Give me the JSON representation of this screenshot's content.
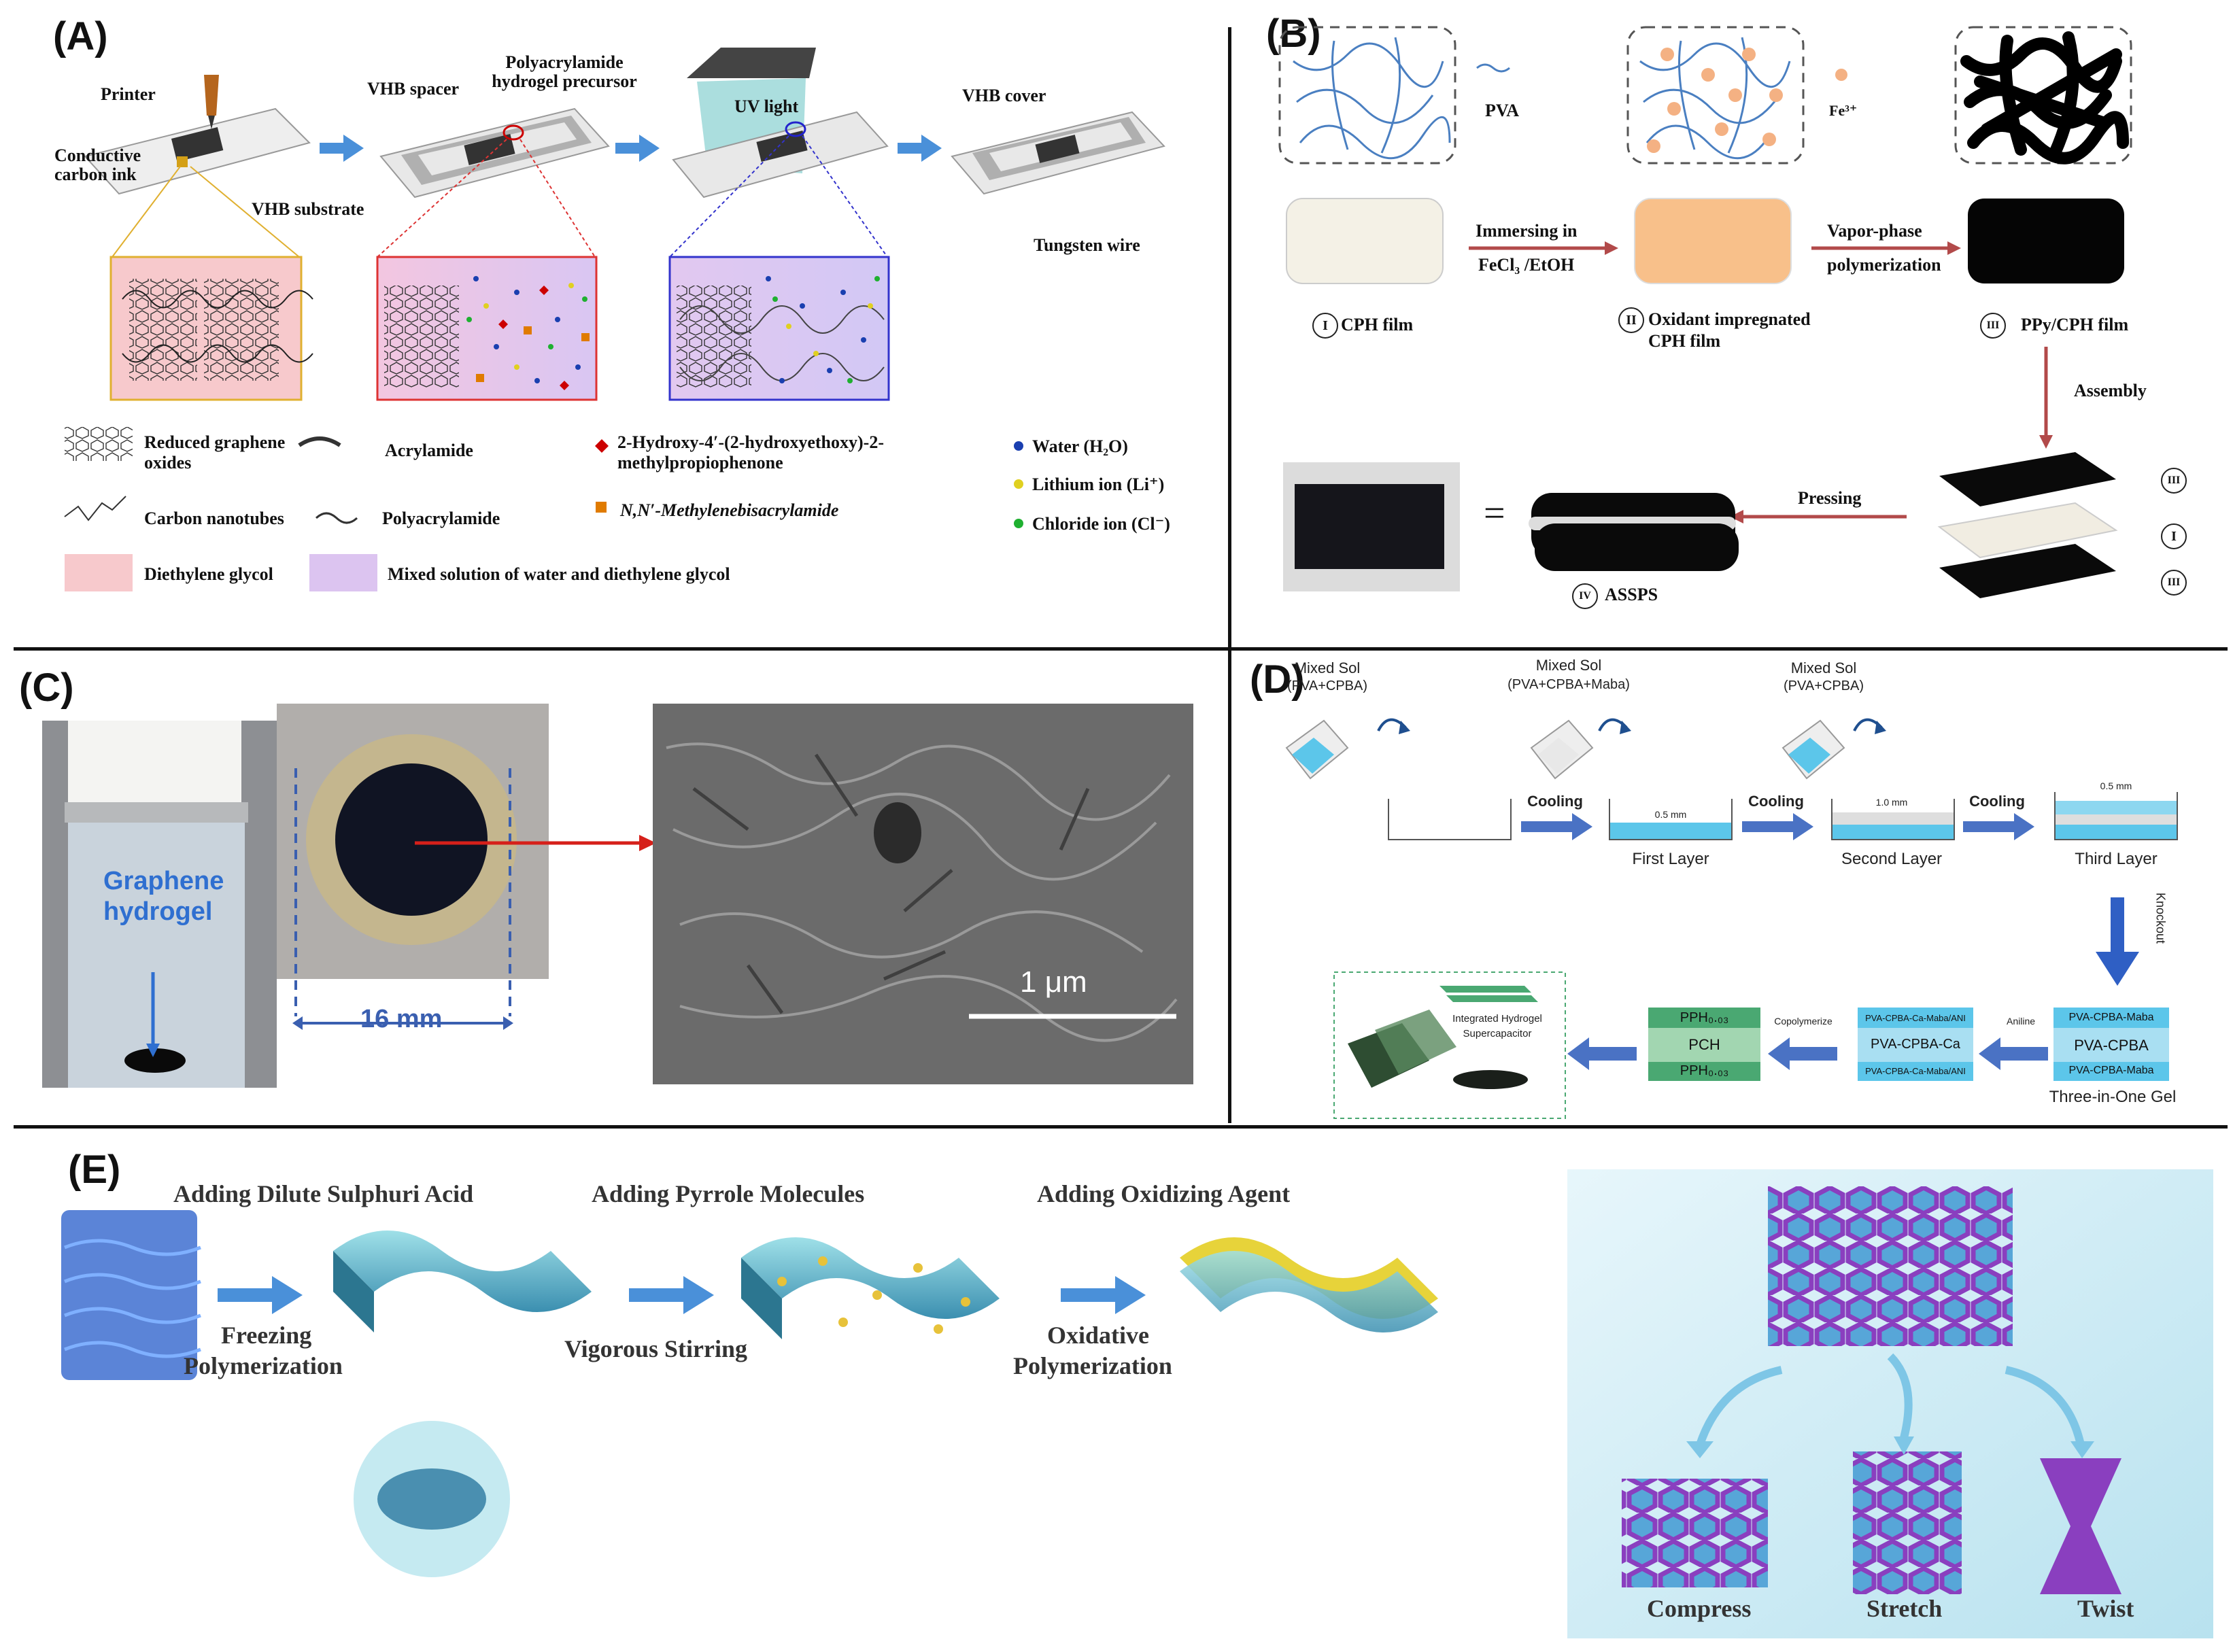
{
  "panels": {
    "a": {
      "label": "(A)",
      "printer": "Printer",
      "conductive_ink": "Conductive carbon ink",
      "vhb_substrate": "VHB substrate",
      "vhb_spacer": "VHB spacer",
      "precursor": "Polyacrylamide hydrogel precursor",
      "uv_light": "UV light",
      "vhb_cover": "VHB cover",
      "tungsten_wire": "Tungsten wire",
      "legend": {
        "rgo": "Reduced graphene oxides",
        "acrylamide": "Acrylamide",
        "photoinitiator": "2-Hydroxy-4′-(2-hydroxyethoxy)-2-methylpropiophenone",
        "water": "Water (H₂O)",
        "cnt": "Carbon nanotubes",
        "polyacrylamide": "Polyacrylamide",
        "mba": "N,N′-Methylenebisacrylamide",
        "lithium": "Lithium ion (Li⁺)",
        "chloride": "Chloride ion (Cl⁻)",
        "deg": "Diethylene glycol",
        "mixed": "Mixed solution of water and diethylene glycol"
      }
    },
    "b": {
      "label": "(B)",
      "pva": "PVA",
      "fe": "Fe³⁺",
      "immersing_1": "Immersing in",
      "immersing_2": "FeCl₃ /EtOH",
      "vapor_1": "Vapor-phase",
      "vapor_2": "polymerization",
      "film1": "CPH film",
      "film2_1": "Oxidant impregnated",
      "film2_2": "CPH film",
      "film3": "PPy/CPH film",
      "assembly": "Assembly",
      "pressing": "Pressing",
      "assps": "ASSPS",
      "roman_1": "I",
      "roman_2": "II",
      "roman_3": "III",
      "roman_4": "IV",
      "equals": "="
    },
    "c": {
      "label": "(C)",
      "hydrogel_1": "Graphene",
      "hydrogel_2": "hydrogel",
      "size": "16 mm",
      "scale": "1 μm"
    },
    "d": {
      "label": "(D)",
      "sol1_1": "Mixed Sol",
      "sol1_2": "(PVA+CPBA)",
      "sol2_1": "Mixed Sol",
      "sol2_2": "(PVA+CPBA+Maba)",
      "sol3_1": "Mixed Sol",
      "sol3_2": "(PVA+CPBA)",
      "cooling": "Cooling",
      "first_layer": "First Layer",
      "second_layer": "Second Layer",
      "third_layer": "Third Layer",
      "mm05": "0.5 mm",
      "mm10": "1.0 mm",
      "knockout": "Knockout",
      "three_in_one": "Three-in-One Gel",
      "gel_top": "PVA-CPBA-Maba",
      "gel_mid": "PVA-CPBA",
      "gel_bot": "PVA-CPBA-Maba",
      "aniline": "Aniline",
      "ani_top": "PVA-CPBA-Ca-Maba/ANI",
      "ani_mid": "PVA-CPBA-Ca",
      "ani_bot": "PVA-CPBA-Ca-Maba/ANI",
      "copolymerize": "Copolymerize",
      "pph_top": "PPH₀.₀₃",
      "pch": "PCH",
      "pph_bot": "PPH₀.₀₃",
      "integrated_1": "Integrated Hydrogel",
      "integrated_2": "Supercapacitor"
    },
    "e": {
      "label": "(E)",
      "step1": "Adding Dilute Sulphuri Acid",
      "step2": "Adding Pyrrole Molecules",
      "step3": "Adding Oxidizing Agent",
      "freezing_1": "Freezing",
      "freezing_2": "Polymerization",
      "stirring": "Vigorous Stirring",
      "oxidative_1": "Oxidative",
      "oxidative_2": "Polymerization",
      "compress": "Compress",
      "stretch": "Stretch",
      "twist": "Twist"
    }
  },
  "colors": {
    "arrow_blue": "#4a90d9",
    "arrow_red": "#b24a4a",
    "pink_box": "#f7c9cc",
    "purple_box": "#e2c8f0",
    "hex_purple": "#8a3fbf",
    "d_blue": "#5cc6ea"
  }
}
